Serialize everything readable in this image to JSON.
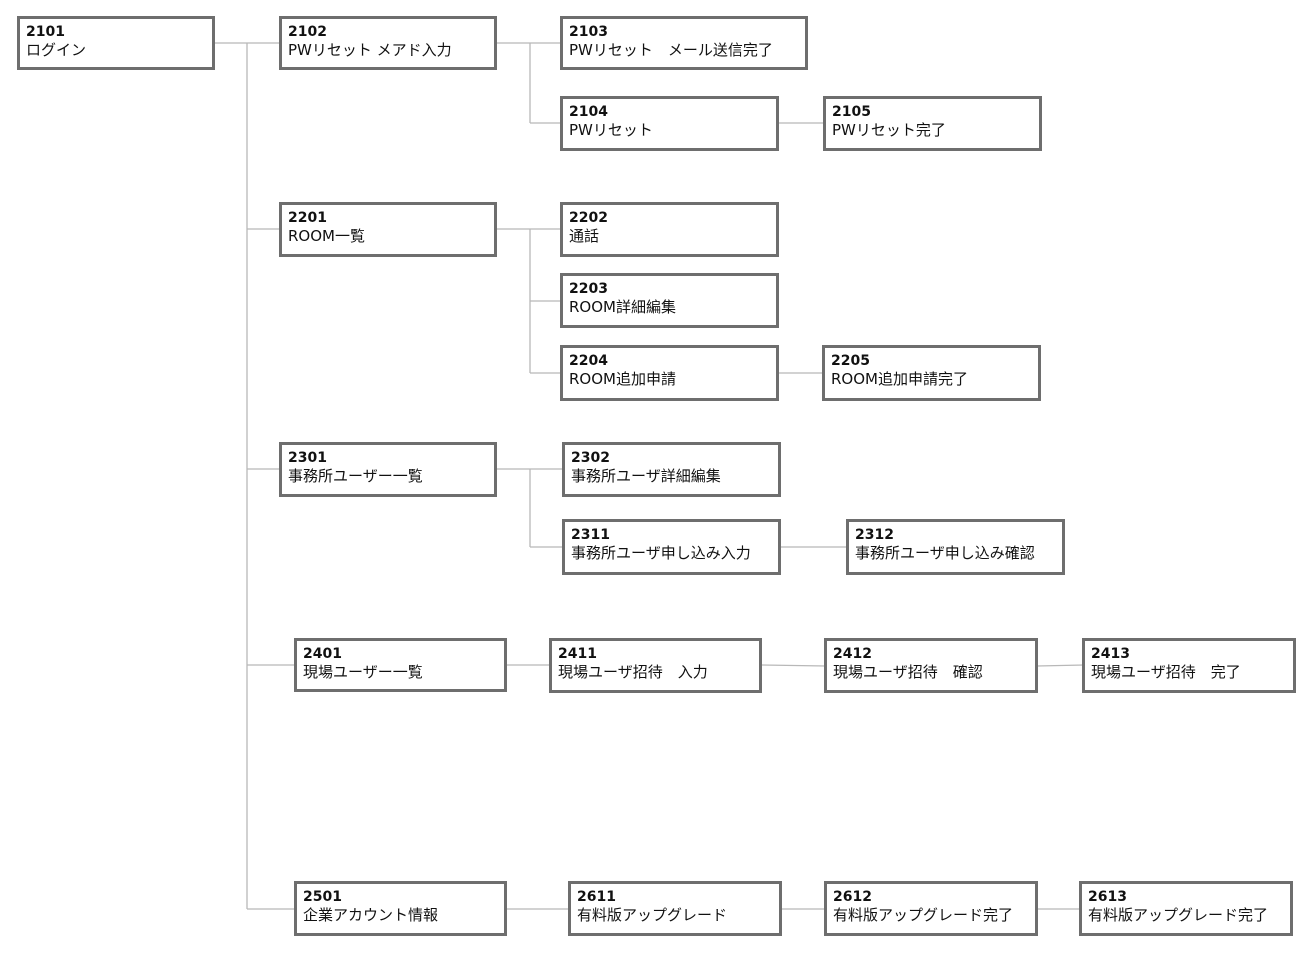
{
  "nodes": [
    {
      "key": "n2101",
      "id": "2101",
      "label": "ログイン"
    },
    {
      "key": "n2102",
      "id": "2102",
      "label": "PWリセット メアド入力"
    },
    {
      "key": "n2103",
      "id": "2103",
      "label": "PWリセット　メール送信完了"
    },
    {
      "key": "n2104",
      "id": "2104",
      "label": "PWリセット"
    },
    {
      "key": "n2105",
      "id": "2105",
      "label": "PWリセット完了"
    },
    {
      "key": "n2201",
      "id": "2201",
      "label": "ROOM一覧"
    },
    {
      "key": "n2202",
      "id": "2202",
      "label": "通話"
    },
    {
      "key": "n2203",
      "id": "2203",
      "label": "ROOM詳細編集"
    },
    {
      "key": "n2204",
      "id": "2204",
      "label": "ROOM追加申請"
    },
    {
      "key": "n2205",
      "id": "2205",
      "label": "ROOM追加申請完了"
    },
    {
      "key": "n2301",
      "id": "2301",
      "label": "事務所ユーザー一覧"
    },
    {
      "key": "n2302",
      "id": "2302",
      "label": "事務所ユーザ詳細編集"
    },
    {
      "key": "n2311",
      "id": "2311",
      "label": "事務所ユーザ申し込み入力"
    },
    {
      "key": "n2312",
      "id": "2312",
      "label": "事務所ユーザ申し込み確認"
    },
    {
      "key": "n2401",
      "id": "2401",
      "label": "現場ユーザー一覧"
    },
    {
      "key": "n2411",
      "id": "2411",
      "label": "現場ユーザ招待　入力"
    },
    {
      "key": "n2412",
      "id": "2412",
      "label": "現場ユーザ招待　確認"
    },
    {
      "key": "n2413",
      "id": "2413",
      "label": "現場ユーザ招待　完了"
    },
    {
      "key": "n2501",
      "id": "2501",
      "label": "企業アカウント情報"
    },
    {
      "key": "n2611",
      "id": "2611",
      "label": "有料版アップグレード"
    },
    {
      "key": "n2612",
      "id": "2612",
      "label": "有料版アップグレード完了"
    },
    {
      "key": "n2613",
      "id": "2613",
      "label": "有料版アップグレード完了"
    }
  ]
}
